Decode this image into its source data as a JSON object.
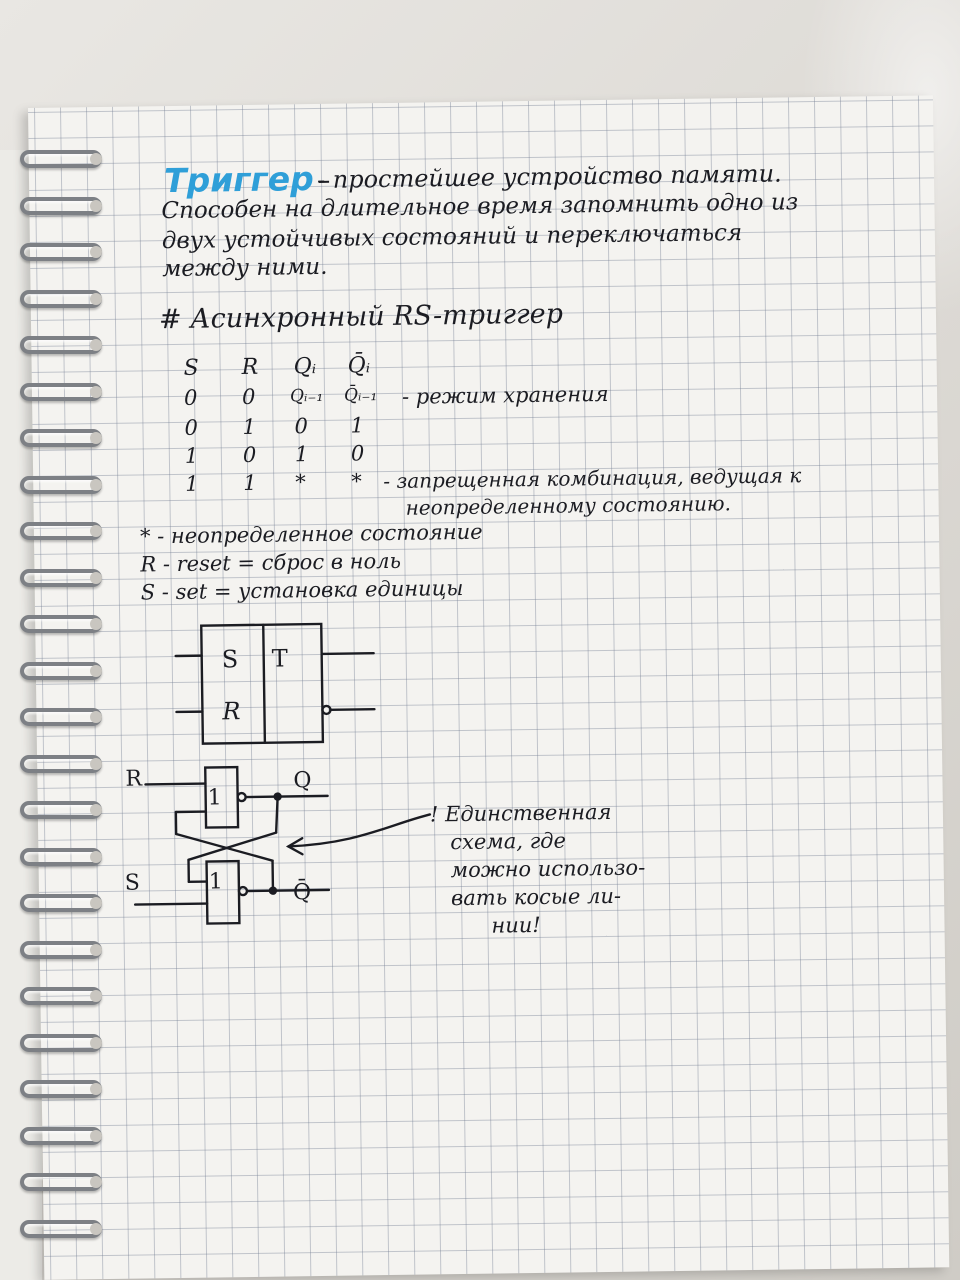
{
  "notes": {
    "title": "Триггер",
    "definition_lines": [
      "- простейшее устройство памяти.",
      "Способен на длительное время запомнить одно из",
      "двух устойчивых состояний и переключаться",
      "между ними."
    ],
    "section_heading": "# Асинхронный RS-триггер",
    "truth_table": {
      "headers": [
        "S",
        "R",
        "Qᵢ",
        "Q̄ᵢ"
      ],
      "rows": [
        [
          "0",
          "0",
          "Qᵢ₋₁",
          "Q̄ᵢ₋₁"
        ],
        [
          "0",
          "1",
          "0",
          "1"
        ],
        [
          "1",
          "0",
          "1",
          "0"
        ],
        [
          "1",
          "1",
          "*",
          "*"
        ]
      ],
      "notes": [
        "- режим хранения",
        "- запрещенная комбинация, ведущая к",
        "неопределенному состоянию."
      ]
    },
    "legend_lines": [
      "* - неопределенное состояние",
      "R - reset = сброс в ноль",
      "S - set = установка единицы"
    ],
    "block_symbol": {
      "left_top": "S",
      "left_bottom": "R",
      "right": "T"
    },
    "gates": {
      "gate_label": "1",
      "input_r": "R",
      "input_s": "S",
      "output_q": "Q",
      "output_qbar": "Q̄"
    },
    "annotation_lines": [
      "! Единственная",
      "схема, где",
      "можно использо-",
      "вать косые ли-",
      "нии!"
    ],
    "colors": {
      "ink": "#1b1c22",
      "title": "#2f9fd8",
      "grid": "#7882964d"
    }
  }
}
